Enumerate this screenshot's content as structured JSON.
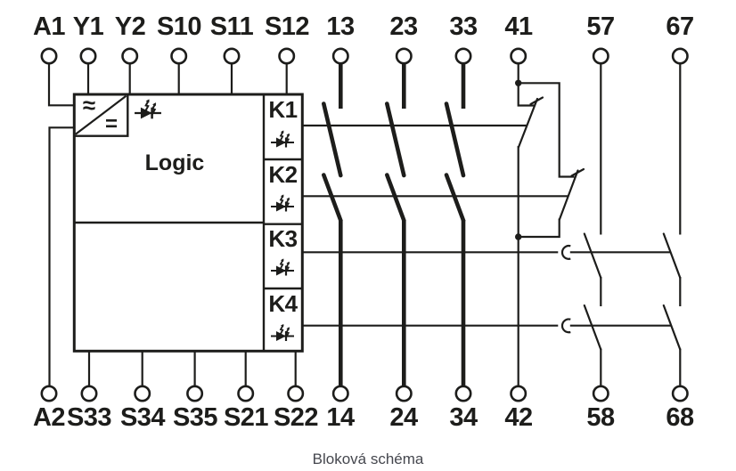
{
  "diagram": {
    "caption": "Bloková schéma",
    "logic_label": "Logic",
    "power_box": {
      "ac_symbol": "≈",
      "dc_symbol": "="
    },
    "relays": [
      {
        "label": "K1"
      },
      {
        "label": "K2"
      },
      {
        "label": "K3"
      },
      {
        "label": "K4"
      }
    ],
    "terminals": {
      "top": [
        {
          "label": "A1"
        },
        {
          "label": "Y1"
        },
        {
          "label": "Y2"
        },
        {
          "label": "S10"
        },
        {
          "label": "S11"
        },
        {
          "label": "S12"
        },
        {
          "label": "13"
        },
        {
          "label": "23"
        },
        {
          "label": "33"
        },
        {
          "label": "41"
        },
        {
          "label": "57"
        },
        {
          "label": "67"
        }
      ],
      "bottom": [
        {
          "label": "A2"
        },
        {
          "label": "S33"
        },
        {
          "label": "S34"
        },
        {
          "label": "S35"
        },
        {
          "label": "S21"
        },
        {
          "label": "S22"
        },
        {
          "label": "14"
        },
        {
          "label": "24"
        },
        {
          "label": "34"
        },
        {
          "label": "42"
        },
        {
          "label": "58"
        },
        {
          "label": "68"
        }
      ]
    },
    "colors": {
      "line": "#1d1d1b",
      "caption_text": "#45474e",
      "background": "#ffffff"
    }
  }
}
